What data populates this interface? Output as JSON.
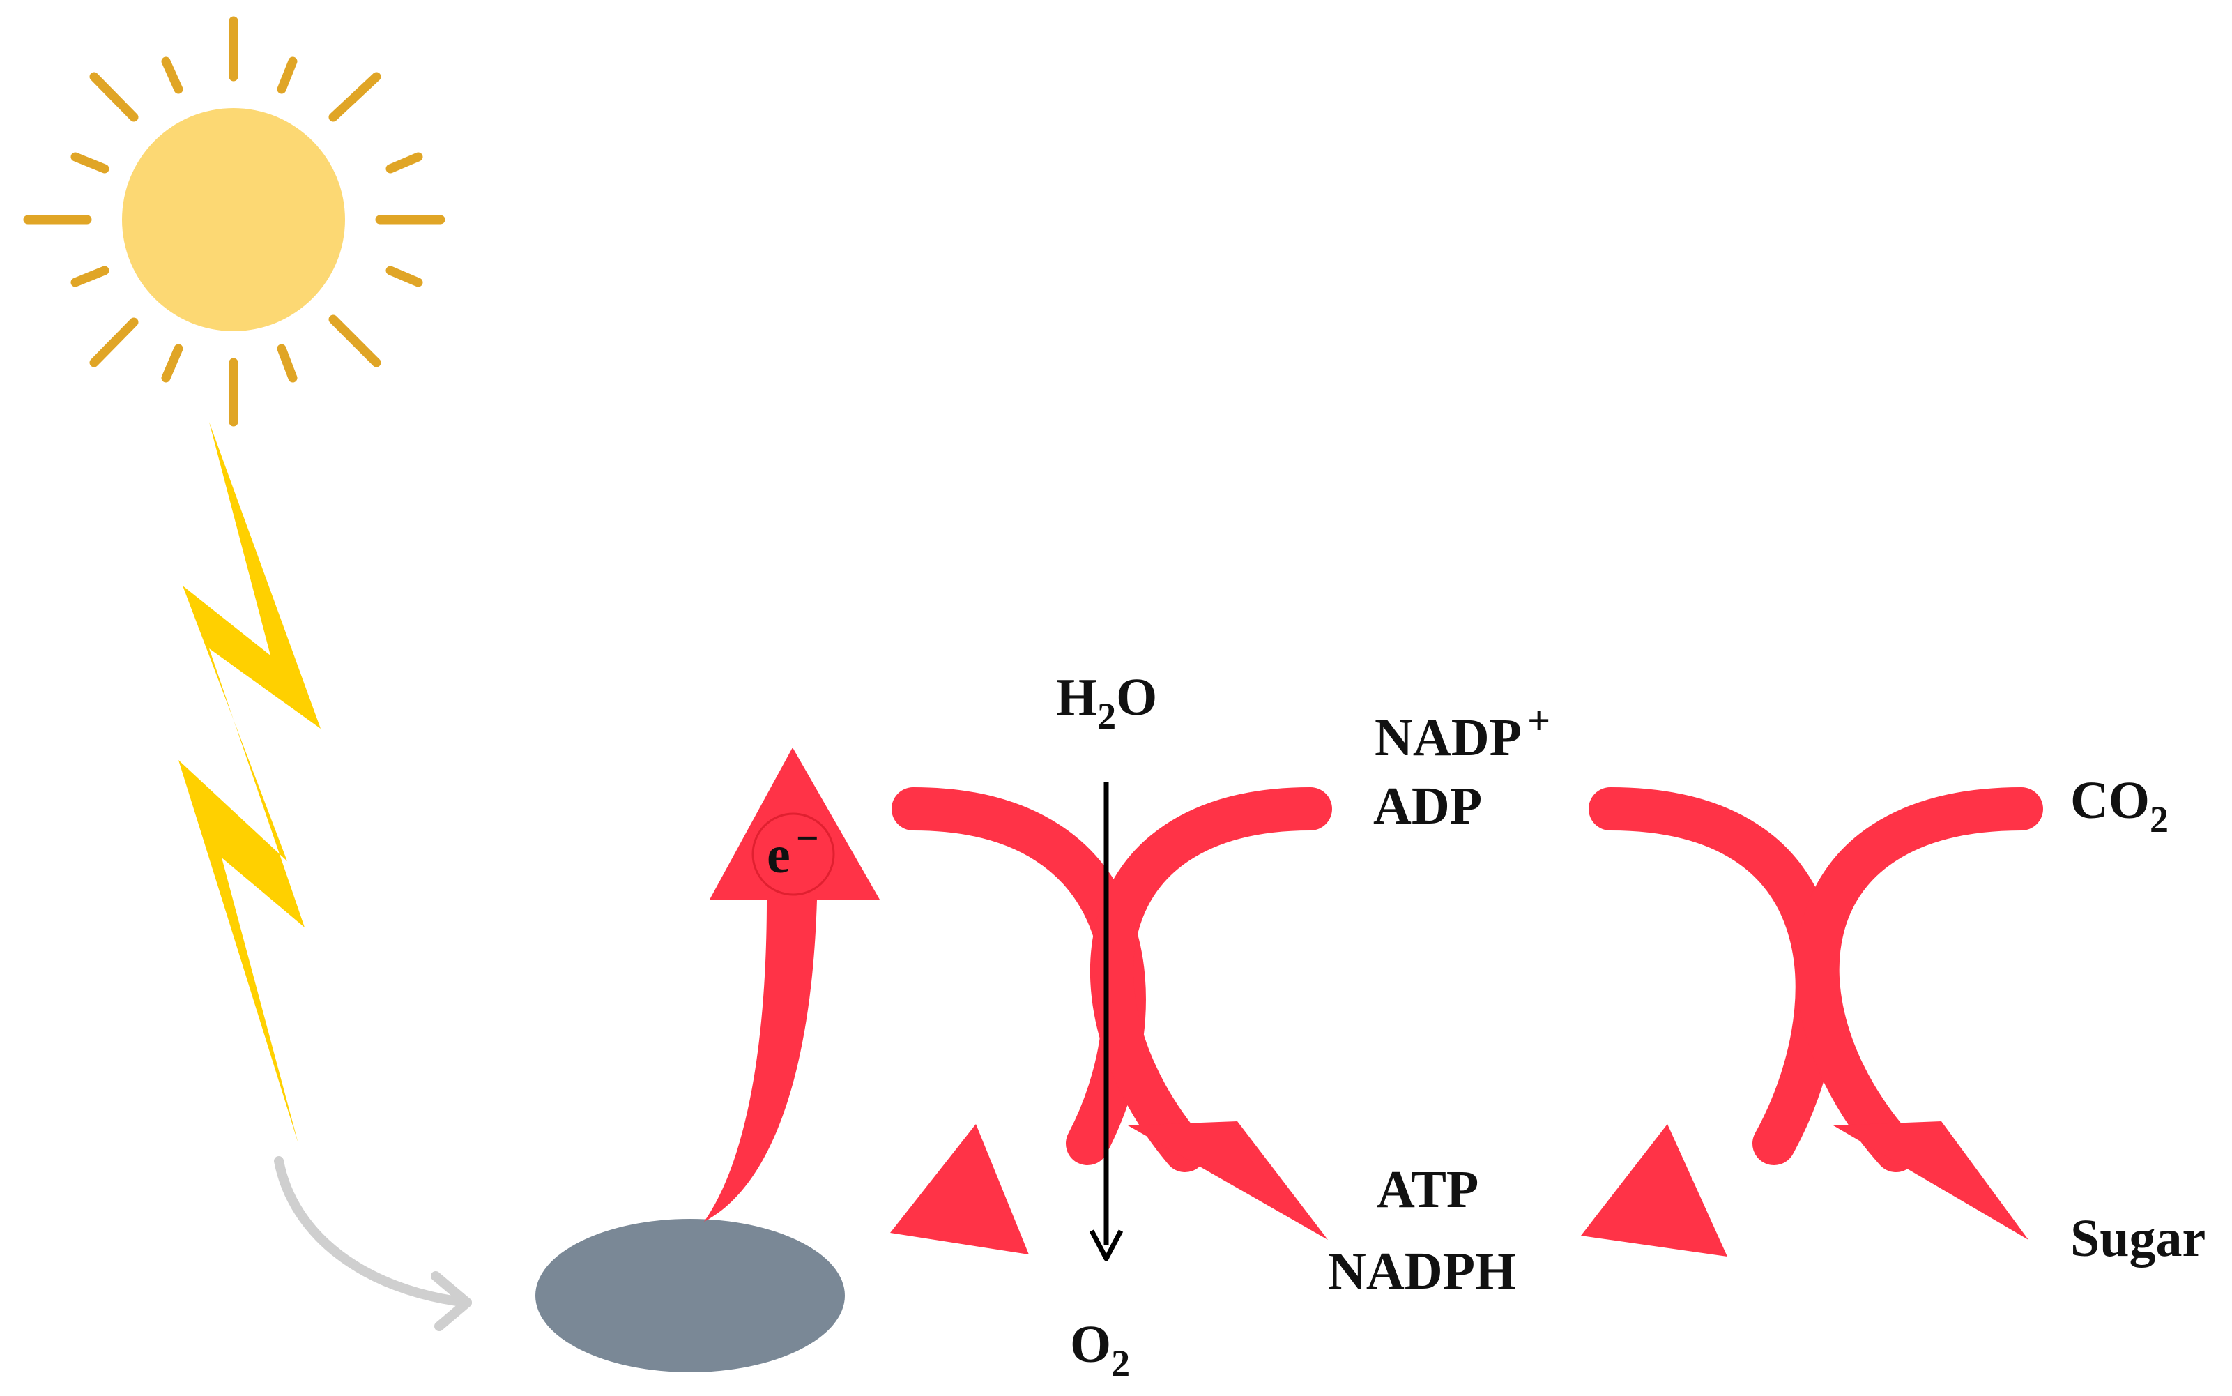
{
  "labels": {
    "h2o": {
      "main": "H",
      "sub": "2",
      "tail": "O"
    },
    "o2": {
      "main": "O",
      "sub": "2"
    },
    "nadp_plus": {
      "main": "NADP",
      "sup": "+"
    },
    "adp": "ADP",
    "atp": "ATP",
    "nadph": "NADPH",
    "co2": {
      "main": "CO",
      "sub": "2"
    },
    "sugar": "Sugar",
    "electron": {
      "main": "e",
      "sup": "−"
    }
  },
  "colors": {
    "sun_core": "#FCD873",
    "sun_rays": "#E0A526",
    "lightning": "#FFD000",
    "pathway_arrows": "#FF3347",
    "electron_badge_ring": "#E02030",
    "energy_transfer_arrow": "#CFCFCF",
    "pigment": "#7A8896",
    "water_split_arrow": "#000000"
  },
  "icons": [
    "sun-icon",
    "lightning-bolt-icon",
    "curved-transfer-arrow-icon",
    "pigment-ellipse-icon",
    "electron-arrow-icon"
  ]
}
